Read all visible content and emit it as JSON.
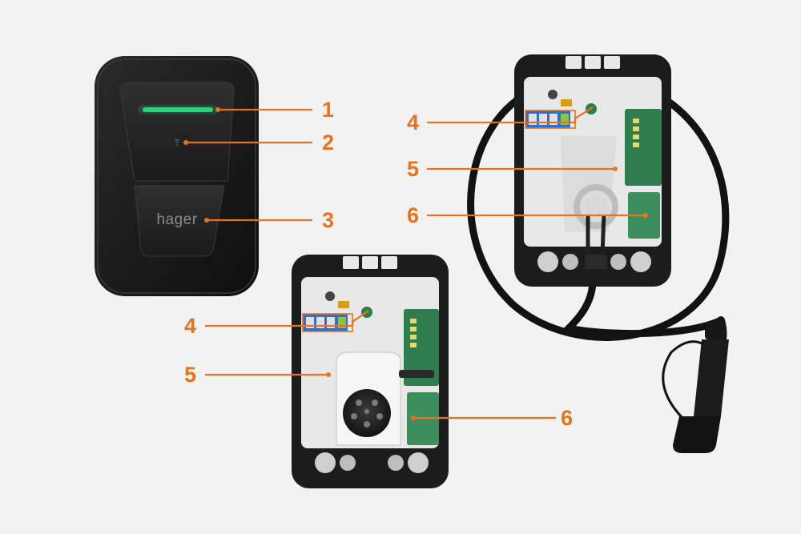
{
  "colors": {
    "background": "#f2f2f2",
    "accent": "#e8731f",
    "led": "#27d37a",
    "housing": "#1c1c1c",
    "interior": "#e8e8e8",
    "pcb": "#2f7d4f",
    "terminal_blue": "#2c6fd1",
    "terminal_green": "#8bc53f"
  },
  "front_unit": {
    "brand": "hager"
  },
  "callouts": [
    {
      "id": "led",
      "number": "1"
    },
    {
      "id": "indicator",
      "number": "2"
    },
    {
      "id": "lower-panel",
      "number": "3"
    },
    {
      "id": "terminal-right",
      "number": "4"
    },
    {
      "id": "interior-right",
      "number": "5"
    },
    {
      "id": "board-right",
      "number": "6"
    },
    {
      "id": "terminal-left",
      "number": "4"
    },
    {
      "id": "interior-left",
      "number": "5"
    },
    {
      "id": "board-left",
      "number": "6"
    }
  ]
}
